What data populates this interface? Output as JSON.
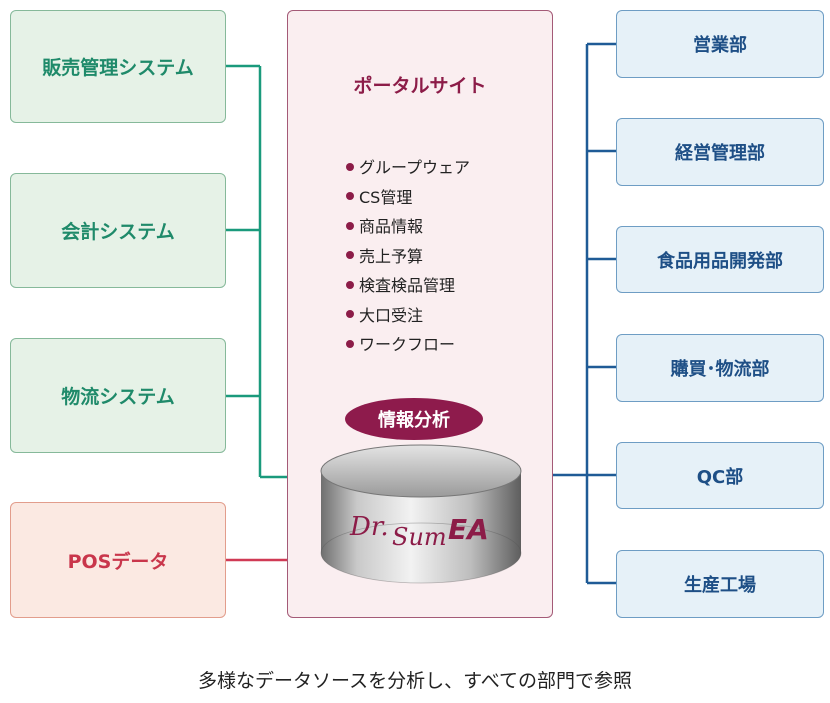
{
  "left_systems": [
    {
      "label": "販売管理システム"
    },
    {
      "label": "会計システム"
    },
    {
      "label": "物流システム"
    }
  ],
  "pos": {
    "label": "POSデータ"
  },
  "portal": {
    "title": "ポータルサイト",
    "items": [
      "グループウェア",
      "CS管理",
      "商品情報",
      "売上予算",
      "検査検品管理",
      "大口受注",
      "ワークフロー"
    ]
  },
  "analysis_label": "情報分析",
  "database": {
    "logo_part1": "Dr.",
    "logo_part2": "Sum",
    "logo_part3": "EA"
  },
  "departments": [
    {
      "label": "営業部"
    },
    {
      "label": "経営管理部"
    },
    {
      "label": "食品用品開発部"
    },
    {
      "label": "購買･物流部"
    },
    {
      "label": "QC部"
    },
    {
      "label": "生産工場"
    }
  ],
  "caption": "多様なデータソースを分析し、すべての部門で参照",
  "colors": {
    "left_line": "#1a9a7c",
    "pos_line": "#d03a55",
    "right_line": "#1f5b96",
    "portal_accent": "#8c1c48"
  }
}
